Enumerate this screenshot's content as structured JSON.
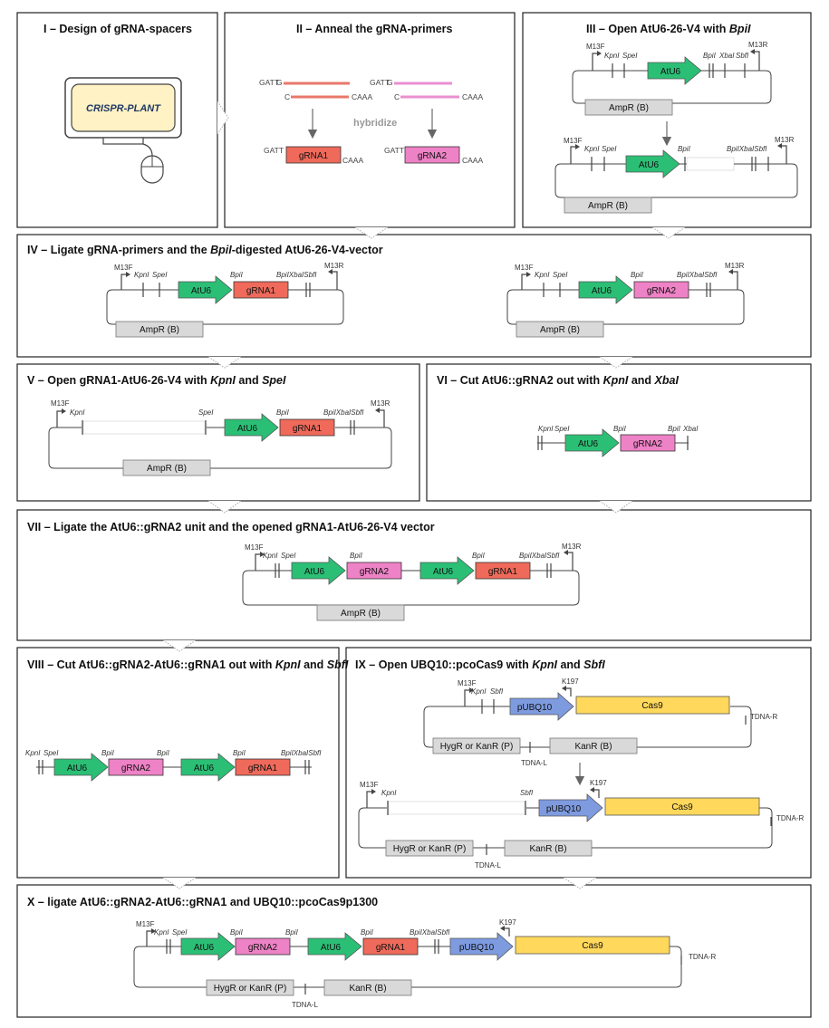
{
  "panels": {
    "p1": {
      "title": "I – Design of gRNA-spacers",
      "screen_text": "CRISPR-PLANT"
    },
    "p2": {
      "title": "II – Anneal the gRNA-primers",
      "hybridize": "hybridize",
      "gatt": "GATT",
      "g": "G",
      "c": "C",
      "caaa": "CAAA",
      "grna1": "gRNA1",
      "grna2": "gRNA2"
    },
    "p3": {
      "title_a": "III – Open AtU6-26-V4 with ",
      "title_b": "BpiI"
    },
    "p4": {
      "title_a": "IV – Ligate gRNA-primers and the ",
      "title_b": "BpiI",
      "title_c": "-digested AtU6-26-V4-vector"
    },
    "p5": {
      "title_a": "V – Open gRNA1-AtU6-26-V4 with ",
      "title_b": "KpnI",
      "title_c": " and ",
      "title_d": "SpeI"
    },
    "p6": {
      "title_a": "VI – Cut AtU6::gRNA2 out with ",
      "title_b": "KpnI",
      "title_c": " and ",
      "title_d": "XbaI"
    },
    "p7": {
      "title": "VII – Ligate the AtU6::gRNA2 unit and the opened gRNA1-AtU6-26-V4 vector"
    },
    "p8": {
      "title_a": "VIII – Cut AtU6::gRNA2-AtU6::gRNA1 out with ",
      "title_b": "KpnI",
      "title_c": " and ",
      "title_d": "SbfI"
    },
    "p9": {
      "title_a": "IX – Open UBQ10::pcoCas9 with ",
      "title_b": "KpnI",
      "title_c": " and ",
      "title_d": "SbfI"
    },
    "p10": {
      "title": "X – ligate AtU6::gRNA2-AtU6::gRNA1 and UBQ10::pcoCas9p1300"
    }
  },
  "labels": {
    "atu6": "AtU6",
    "grna1": "gRNA1",
    "grna2": "gRNA2",
    "ampr": "AmpR (B)",
    "pubq10": "pUBQ10",
    "cas9": "Cas9",
    "hygr": "HygR or KanR (P)",
    "kanr": "KanR (B)",
    "m13f": "M13F",
    "m13r": "M13R",
    "k197": "K197",
    "tdnar": "TDNA-R",
    "tdnal": "TDNA-L",
    "kpni": "KpnI",
    "spei": "SpeI",
    "bpii": "BpiI",
    "xbai": "XbaI",
    "sbfi": "SbfI",
    "bpixbasbf": "BpiIXbaISbfI"
  },
  "colors": {
    "atu6": "#2bbf76",
    "grna1": "#ef6a5a",
    "grna2": "#ee82c6",
    "pubq10": "#7e9be0",
    "cas9": "#ffd85c",
    "box": "#d9d9d9",
    "screen": "#fff2c4",
    "salmon_line": "#e8786a",
    "pink_line": "#ea8fd0"
  }
}
